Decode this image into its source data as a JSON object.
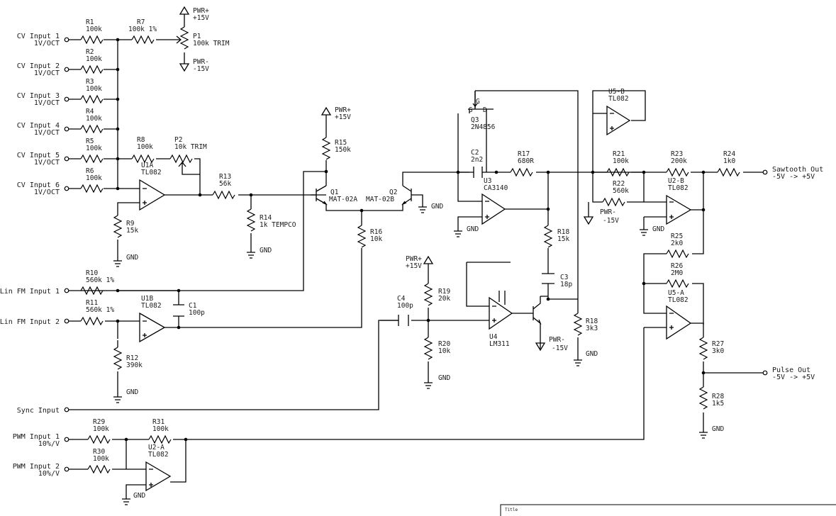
{
  "schematic": {
    "inputs": {
      "cv1": {
        "name": "CV Input 1",
        "scale": "1V/OCT"
      },
      "cv2": {
        "name": "CV Input 2",
        "scale": "1V/OCT"
      },
      "cv3": {
        "name": "CV Input 3",
        "scale": "1V/OCT"
      },
      "cv4": {
        "name": "CV Input 4",
        "scale": "1V/OCT"
      },
      "cv5": {
        "name": "CV Input 5",
        "scale": "1V/OCT"
      },
      "cv6": {
        "name": "CV Input 6",
        "scale": "1V/OCT"
      },
      "lin1": "Lin FM Input 1",
      "lin2": "Lin FM Input 2",
      "sync": "Sync Input",
      "pwm1": {
        "name": "PWM Input 1",
        "scale": "10%/V"
      },
      "pwm2": {
        "name": "PWM Input 2",
        "scale": "10%/V"
      }
    },
    "outputs": {
      "saw": {
        "name": "Sawtooth Out",
        "range": "-5V -> +5V"
      },
      "pulse": {
        "name": "Pulse Out",
        "range": "-5V -> +5V"
      }
    },
    "resistors": {
      "r1": {
        "ref": "R1",
        "value": "100k"
      },
      "r2": {
        "ref": "R2",
        "value": "100k"
      },
      "r3": {
        "ref": "R3",
        "value": "100k"
      },
      "r4": {
        "ref": "R4",
        "value": "100k"
      },
      "r5": {
        "ref": "R5",
        "value": "100k"
      },
      "r6": {
        "ref": "R6",
        "value": "100k"
      },
      "r7": {
        "ref": "R7",
        "value": "100k 1%"
      },
      "r8": {
        "ref": "R8",
        "value": "100k"
      },
      "r9": {
        "ref": "R9",
        "value": "15k"
      },
      "r10": {
        "ref": "R10",
        "value": "560k 1%"
      },
      "r11": {
        "ref": "R11",
        "value": "560k 1%"
      },
      "r12": {
        "ref": "R12",
        "value": "390k"
      },
      "r13": {
        "ref": "R13",
        "value": "56k"
      },
      "r14": {
        "ref": "R14",
        "value": "1k TEMPCO"
      },
      "r15": {
        "ref": "R15",
        "value": "150k"
      },
      "r16": {
        "ref": "R16",
        "value": "10k"
      },
      "r17": {
        "ref": "R17",
        "value": "680R"
      },
      "r18a": {
        "ref": "R18",
        "value": "15k"
      },
      "r18b": {
        "ref": "R18",
        "value": "3k3"
      },
      "r19": {
        "ref": "R19",
        "value": "20k"
      },
      "r20": {
        "ref": "R20",
        "value": "10k"
      },
      "r21": {
        "ref": "R21",
        "value": "100k"
      },
      "r22": {
        "ref": "R22",
        "value": "560k"
      },
      "r23": {
        "ref": "R23",
        "value": "200k"
      },
      "r24": {
        "ref": "R24",
        "value": "1k0"
      },
      "r25": {
        "ref": "R25",
        "value": "2k0"
      },
      "r26": {
        "ref": "R26",
        "value": "2M0"
      },
      "r27": {
        "ref": "R27",
        "value": "3k0"
      },
      "r28": {
        "ref": "R28",
        "value": "1k5"
      },
      "r29": {
        "ref": "R29",
        "value": "100k"
      },
      "r30": {
        "ref": "R30",
        "value": "100k"
      },
      "r31": {
        "ref": "R31",
        "value": "100k"
      }
    },
    "pots": {
      "p1": {
        "ref": "P1",
        "value": "100k TRIM"
      },
      "p2": {
        "ref": "P2",
        "value": "10k TRIM"
      }
    },
    "caps": {
      "c1": {
        "ref": "C1",
        "value": "100p"
      },
      "c2": {
        "ref": "C2",
        "value": "2n2"
      },
      "c3": {
        "ref": "C3",
        "value": "18p"
      },
      "c4": {
        "ref": "C4",
        "value": "100p"
      }
    },
    "ics": {
      "u1a": {
        "ref": "U1A",
        "part": "TL082"
      },
      "u1b": {
        "ref": "U1B",
        "part": "TL082"
      },
      "u2a": {
        "ref": "U2-A",
        "part": "TL082"
      },
      "u2b": {
        "ref": "U2-B",
        "part": "TL082"
      },
      "u3": {
        "ref": "U3",
        "part": "CA3140"
      },
      "u4": {
        "ref": "U4",
        "part": "LM311"
      },
      "u5a": {
        "ref": "U5-A",
        "part": "TL082"
      },
      "u5b": {
        "ref": "U5-B",
        "part": "TL082"
      }
    },
    "transistors": {
      "q1": {
        "ref": "Q1",
        "part": "MAT-02A"
      },
      "q2": {
        "ref": "Q2",
        "part": "MAT-02B"
      },
      "q3": {
        "ref": "Q3",
        "part": "2N4856"
      }
    },
    "power": {
      "pos": "PWR+",
      "pos_v": "+15V",
      "neg": "PWR-",
      "neg_v": "-15V",
      "gnd": "GND"
    },
    "jfet_pins": {
      "g": "G",
      "s": "S",
      "d": "D"
    },
    "title_block": {
      "label": "Title"
    }
  }
}
